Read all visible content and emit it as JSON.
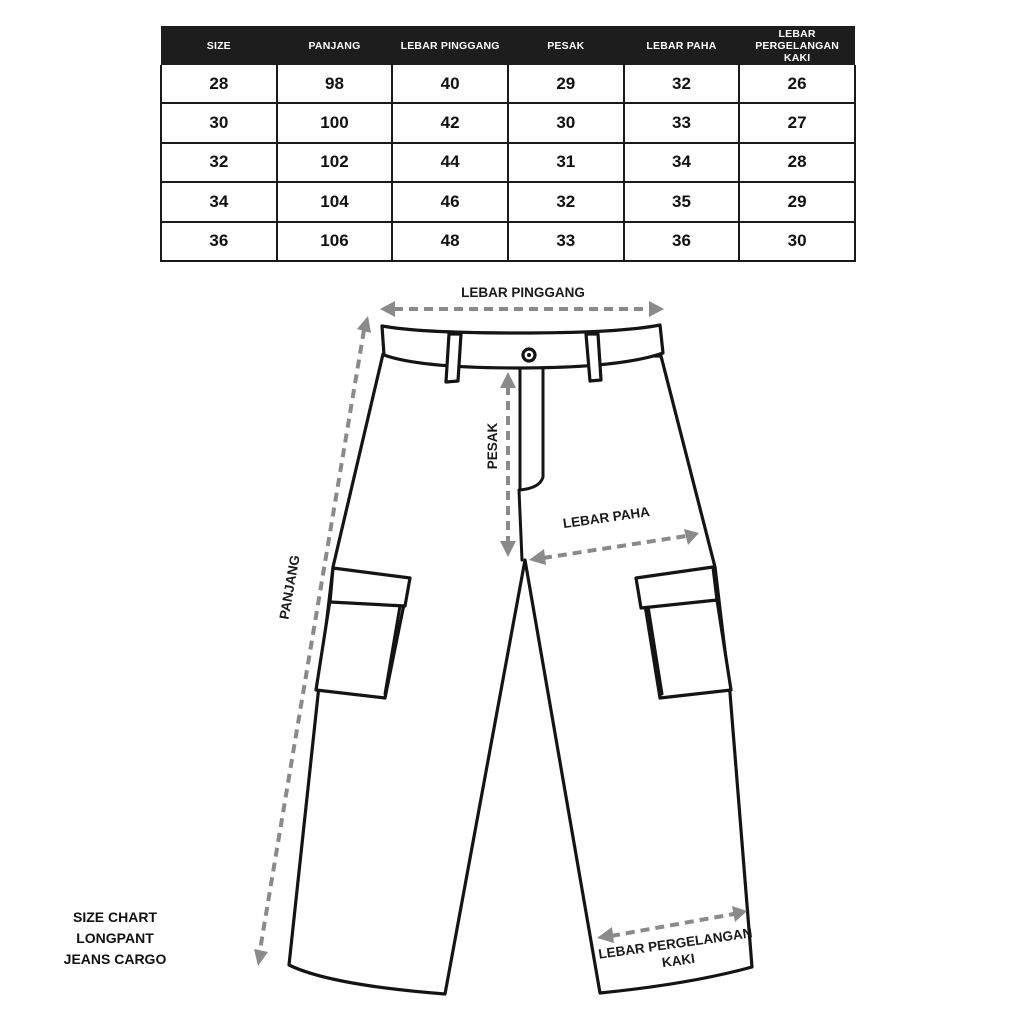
{
  "size_table": {
    "headers": [
      "SIZE",
      "PANJANG",
      "LEBAR PINGGANG",
      "PESAK",
      "LEBAR PAHA",
      "LEBAR PERGELANGAN KAKI"
    ],
    "rows": [
      [
        "28",
        "98",
        "40",
        "29",
        "32",
        "26"
      ],
      [
        "30",
        "100",
        "42",
        "30",
        "33",
        "27"
      ],
      [
        "32",
        "102",
        "44",
        "31",
        "34",
        "28"
      ],
      [
        "34",
        "104",
        "46",
        "32",
        "35",
        "29"
      ],
      [
        "36",
        "106",
        "48",
        "33",
        "36",
        "30"
      ]
    ]
  },
  "diagram": {
    "labels": {
      "waist": "LEBAR PINGGANG",
      "length": "PANJANG",
      "rise": "PESAK",
      "thigh": "LEBAR PAHA",
      "ankle_line1": "LEBAR PERGELANGAN",
      "ankle_line2": "KAKI"
    },
    "colors": {
      "outline": "#141414",
      "measure_arrow": "#8a8a8a",
      "header_bg": "#1d1d1d"
    }
  },
  "caption": {
    "line1": "SIZE CHART",
    "line2": "LONGPANT",
    "line3": "JEANS CARGO"
  }
}
